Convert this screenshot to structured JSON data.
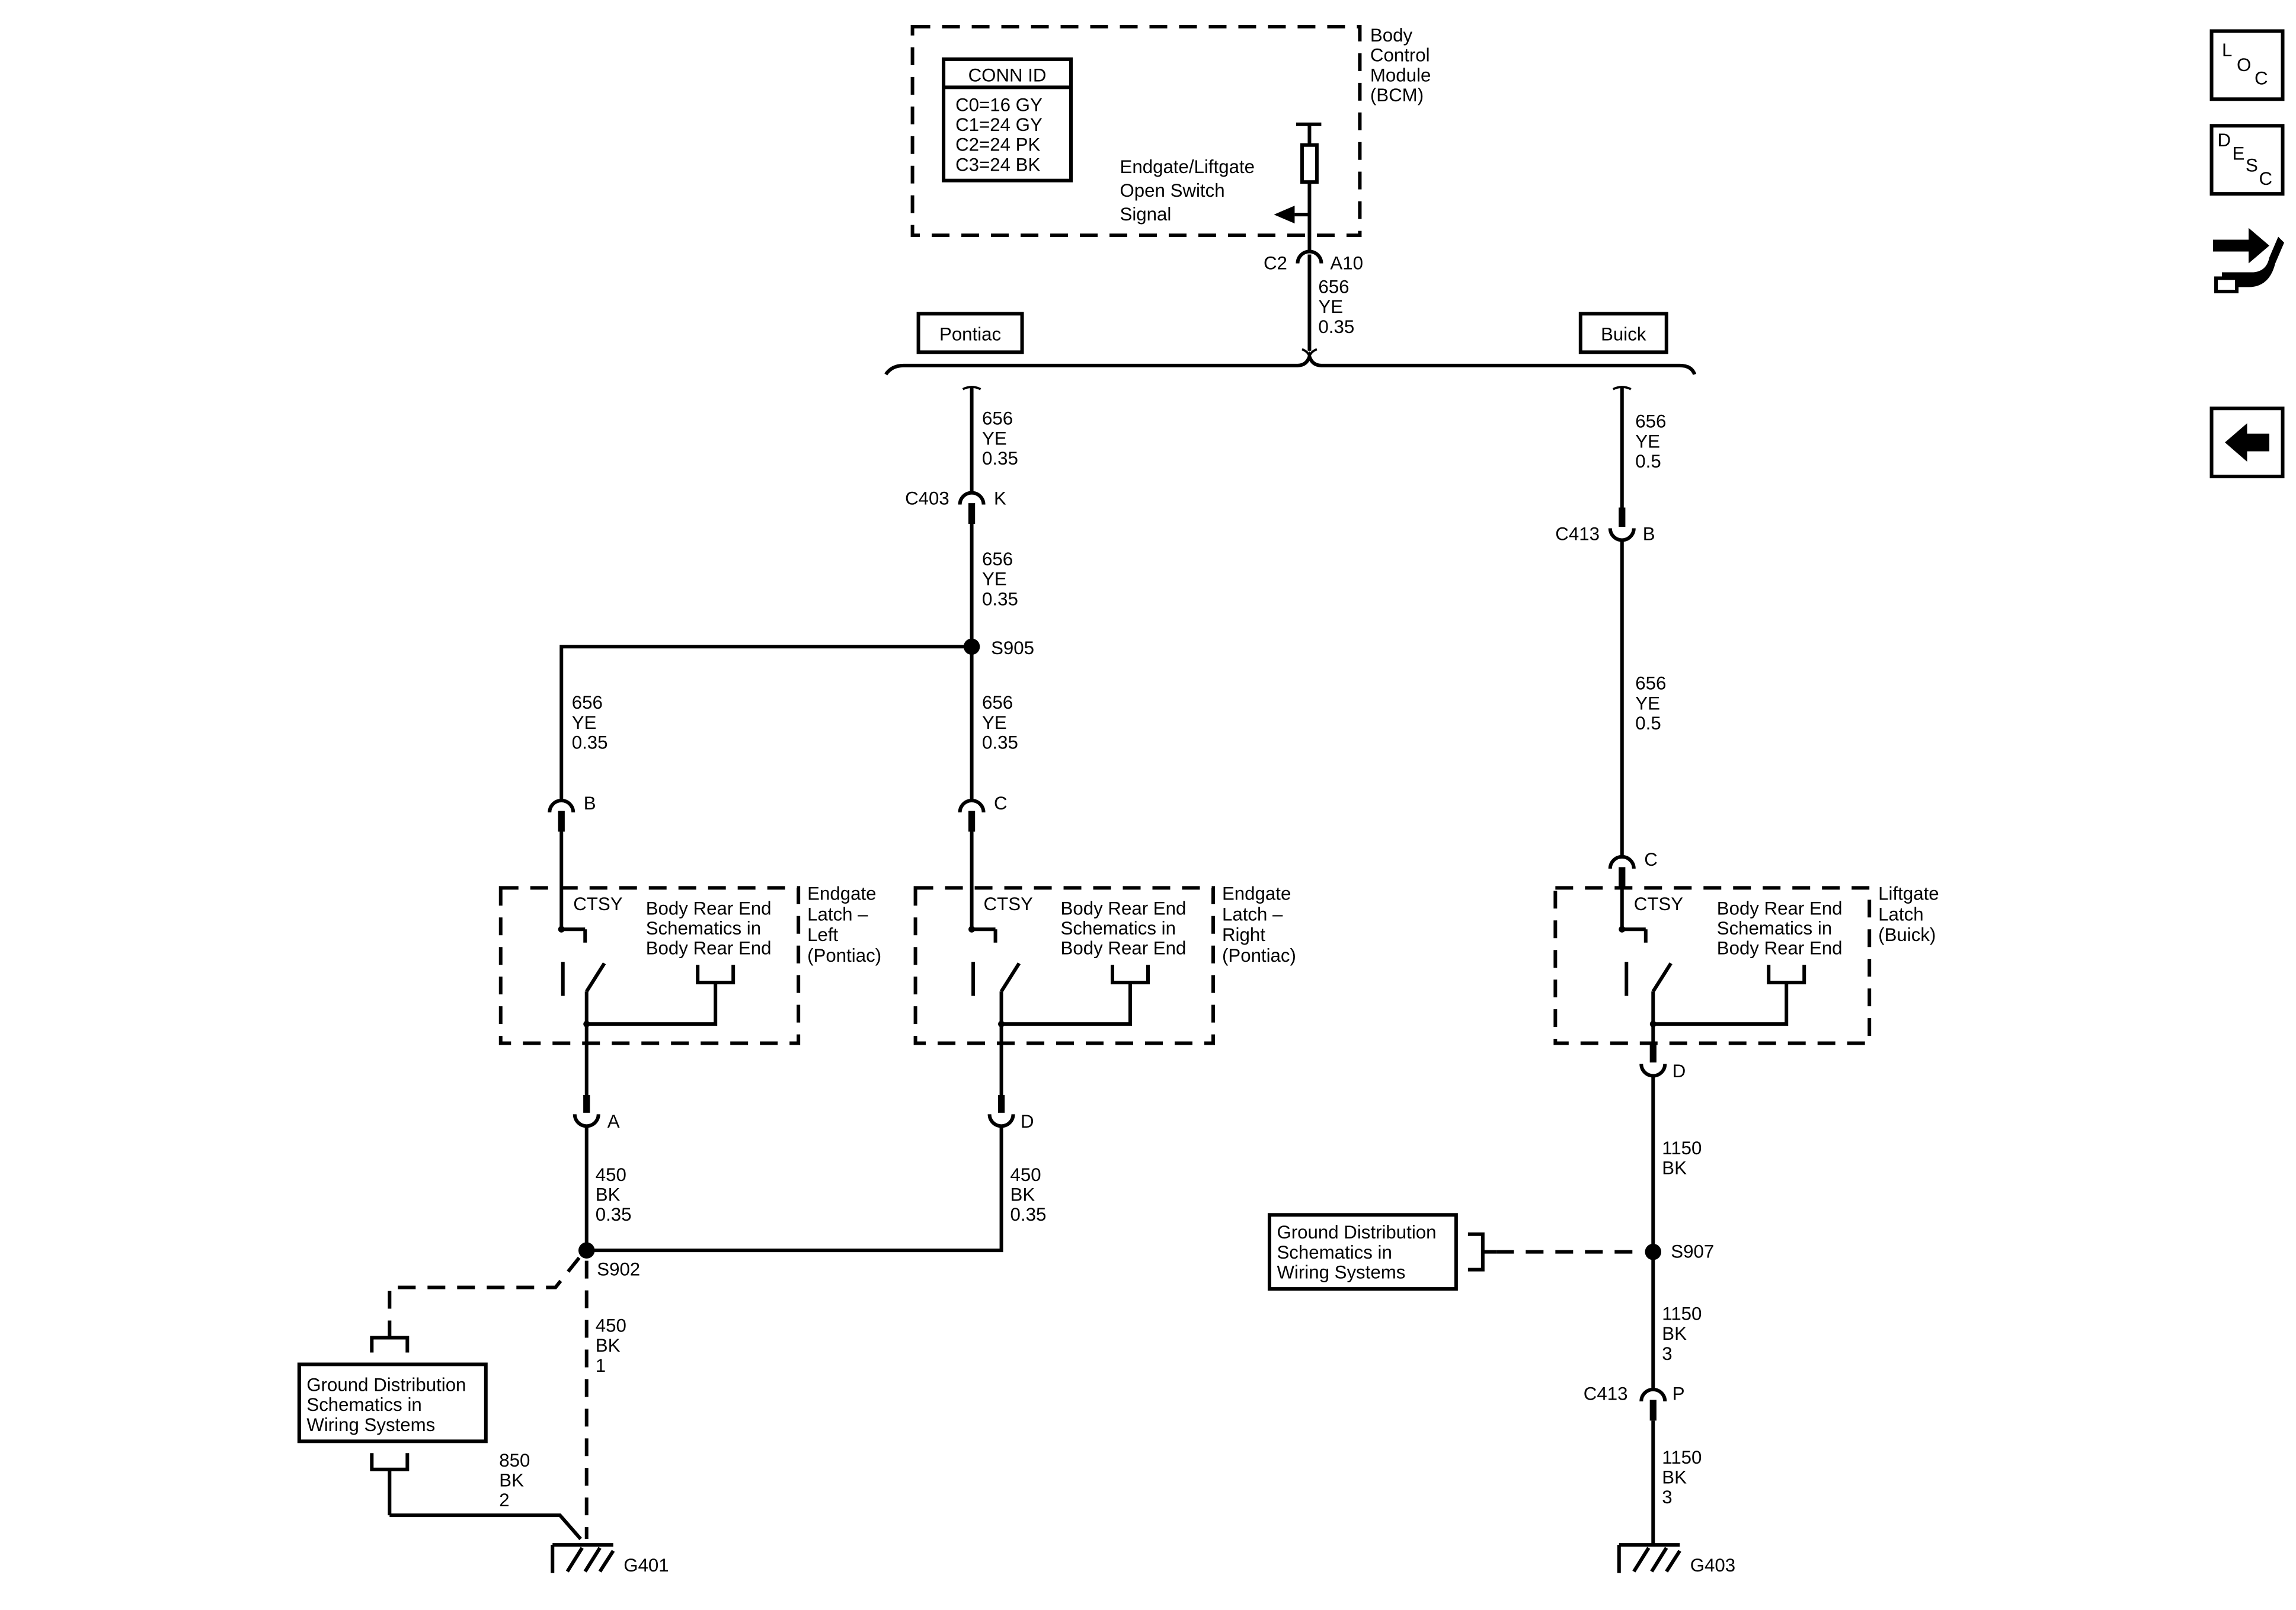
{
  "bcm": {
    "name": [
      "Body",
      "Control",
      "Module",
      "(BCM)"
    ],
    "conn_id_title": "CONN ID",
    "conn_ids": [
      "C0=16 GY",
      "C1=24 GY",
      "C2=24 PK",
      "C3=24 BK"
    ],
    "signal_label": [
      "Endgate/Liftgate",
      "Open Switch",
      "Signal"
    ],
    "connector": "C2",
    "pin": "A10"
  },
  "variants": {
    "pontiac": "Pontiac",
    "buick": "Buick"
  },
  "wires": {
    "bcm_out": [
      "656",
      "YE",
      "0.35"
    ],
    "pontiac_trunk": [
      "656",
      "YE",
      "0.35"
    ],
    "pontiac_after_c403": [
      "656",
      "YE",
      "0.35"
    ],
    "left_to_latch": [
      "656",
      "YE",
      "0.35"
    ],
    "right_to_latch": [
      "656",
      "YE",
      "0.35"
    ],
    "left_ground": [
      "450",
      "BK",
      "0.35"
    ],
    "right_ground": [
      "450",
      "BK",
      "0.35"
    ],
    "s902_to_g401": [
      "450",
      "BK",
      "1"
    ],
    "ground_ref_left": [
      "850",
      "BK",
      "2"
    ],
    "buick_trunk": [
      "656",
      "YE",
      "0.5"
    ],
    "buick_after_c413": [
      "656",
      "YE",
      "0.5"
    ],
    "buick_ground": [
      "1150",
      "BK"
    ],
    "s907_to_c413": [
      "1150",
      "BK",
      "3"
    ],
    "c413_to_g403": [
      "1150",
      "BK",
      "3"
    ]
  },
  "connectors": {
    "c403": "C403",
    "c403_pin": "K",
    "c413_top": "C413",
    "c413_top_pin": "B",
    "left_in_pin": "B",
    "right_in_pin": "C",
    "buick_in_pin": "C",
    "left_out_pin": "A",
    "right_out_pin": "D",
    "buick_out_pin": "D",
    "c413_bottom": "C413",
    "c413_bottom_pin": "P"
  },
  "splices": {
    "s905": "S905",
    "s902": "S902",
    "s907": "S907"
  },
  "grounds": {
    "g401": "G401",
    "g403": "G403"
  },
  "components": {
    "latch_left": {
      "switch_label": "CTSY",
      "ref": [
        "Body Rear End",
        "Schematics in",
        "Body Rear End"
      ],
      "name": [
        "Endgate",
        "Latch –",
        "Left",
        "(Pontiac)"
      ]
    },
    "latch_right": {
      "switch_label": "CTSY",
      "ref": [
        "Body Rear End",
        "Schematics in",
        "Body Rear End"
      ],
      "name": [
        "Endgate",
        "Latch –",
        "Right",
        "(Pontiac)"
      ]
    },
    "latch_buick": {
      "switch_label": "CTSY",
      "ref": [
        "Body Rear End",
        "Schematics in",
        "Body Rear End"
      ],
      "name": [
        "Liftgate",
        "Latch",
        "(Buick)"
      ]
    }
  },
  "ground_refs": {
    "left": [
      "Ground Distribution",
      "Schematics in",
      "Wiring Systems"
    ],
    "right": [
      "Ground Distribution",
      "Schematics in",
      "Wiring Systems"
    ]
  },
  "nav": {
    "loc": [
      "L",
      "O",
      "C"
    ],
    "desc": [
      "D",
      "E",
      "S",
      "C"
    ],
    "icons": [
      "connector-icon",
      "back-arrow-icon"
    ]
  }
}
